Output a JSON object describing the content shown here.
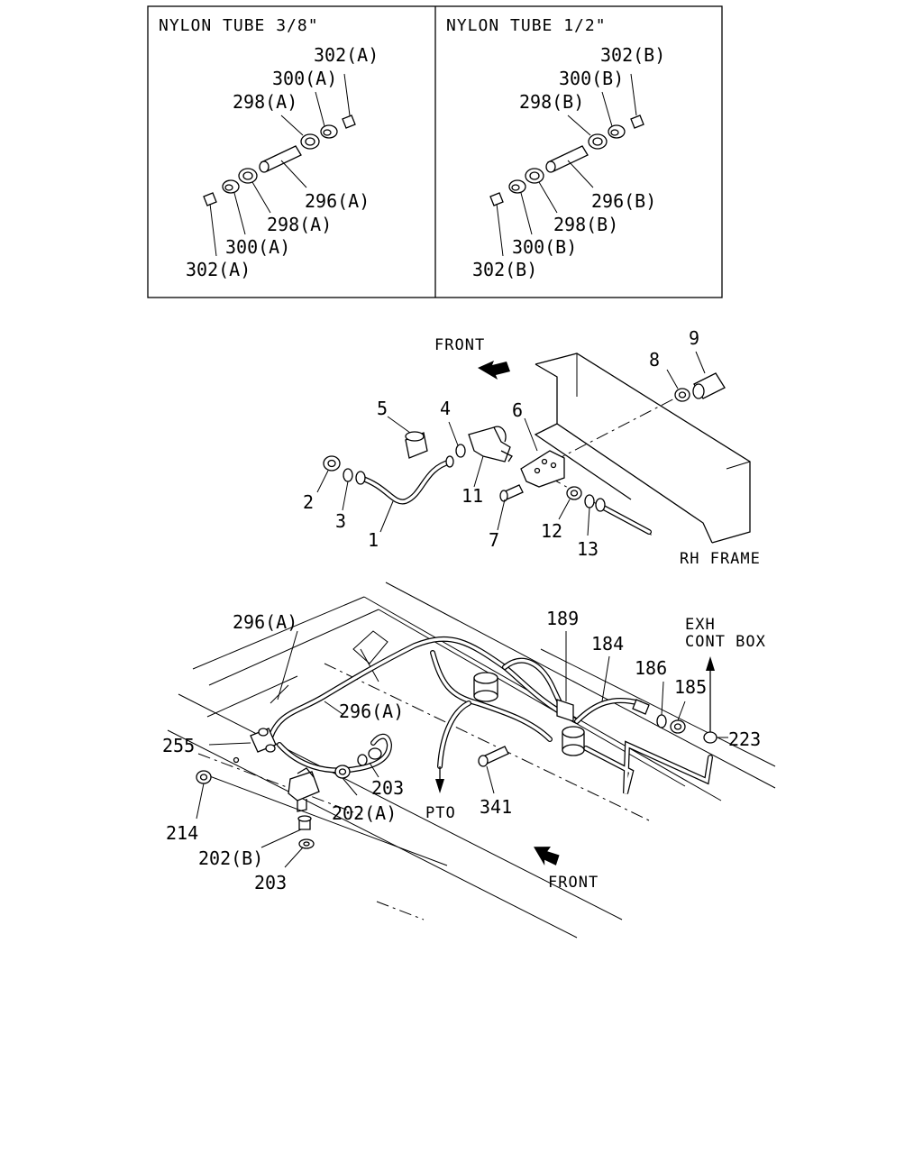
{
  "inset_left": {
    "title": "NYLON TUBE 3/8\"",
    "labels": [
      "302(A)",
      "300(A)",
      "298(A)",
      "296(A)",
      "298(A)",
      "300(A)",
      "302(A)"
    ]
  },
  "inset_right": {
    "title": "NYLON TUBE 1/2\"",
    "labels": [
      "302(B)",
      "300(B)",
      "298(B)",
      "296(B)",
      "298(B)",
      "300(B)",
      "302(B)"
    ]
  },
  "middle": {
    "front_label": "FRONT",
    "frame_label": "RH FRAME",
    "labels": [
      "9",
      "8",
      "5",
      "4",
      "6",
      "2",
      "3",
      "11",
      "1",
      "7",
      "12",
      "13"
    ]
  },
  "bottom": {
    "front_label": "FRONT",
    "exh_line1": "EXH",
    "exh_line2": "CONT BOX",
    "pto_label": "PTO",
    "labels": [
      "296(A)",
      "189",
      "184",
      "186",
      "185",
      "296(A)",
      "255",
      "223",
      "203",
      "214",
      "202(A)",
      "341",
      "202(B)",
      "203"
    ]
  }
}
